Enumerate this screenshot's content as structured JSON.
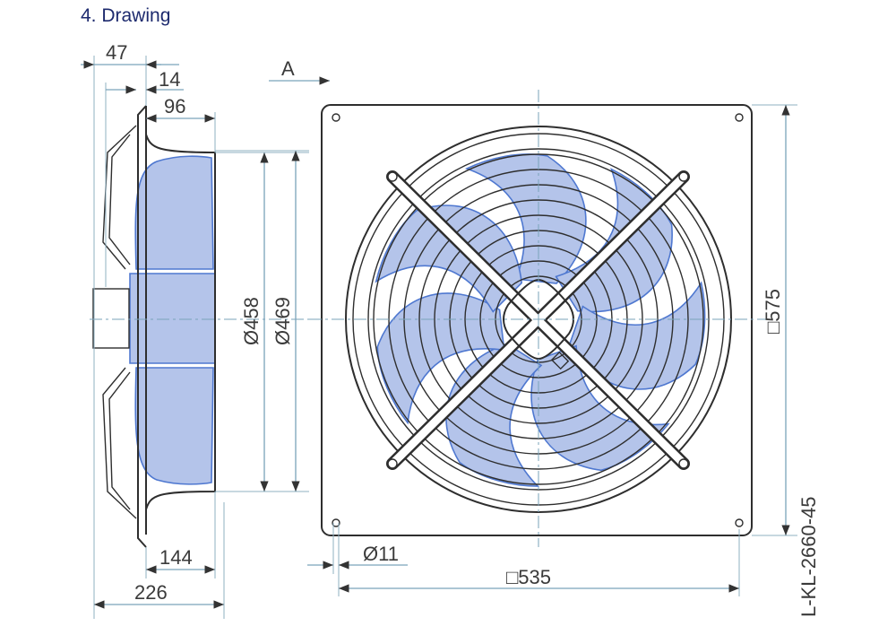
{
  "heading": "4.  Drawing",
  "view_label": "A",
  "dimensions": {
    "d47": "47",
    "d14": "14",
    "d96": "96",
    "d458": "Ø458",
    "d469": "Ø469",
    "d144": "144",
    "d226": "226",
    "d575": "□575",
    "d535": "□535",
    "d11": "Ø11"
  },
  "drawing_number": "L-KL-2660-45",
  "colors": {
    "blade_fill": "#b4c4ea",
    "blade_outline": "#4f78d0",
    "dimension": "#7aa3ba",
    "heading": "#1d2a6e"
  }
}
